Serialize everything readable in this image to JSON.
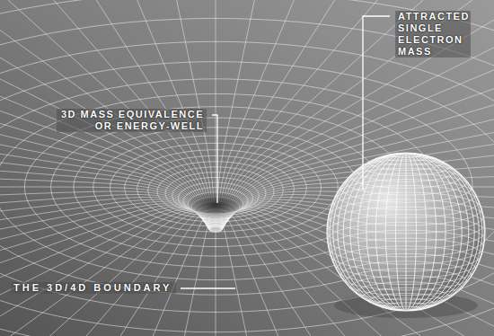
{
  "diagram": {
    "labels": [
      "3D MASS EQUIVALENCE OR ENERGY-WELL",
      "ATTRACTED SINGLE ELECTRON MASS",
      "THE 3D/4D BOUNDARY"
    ]
  }
}
